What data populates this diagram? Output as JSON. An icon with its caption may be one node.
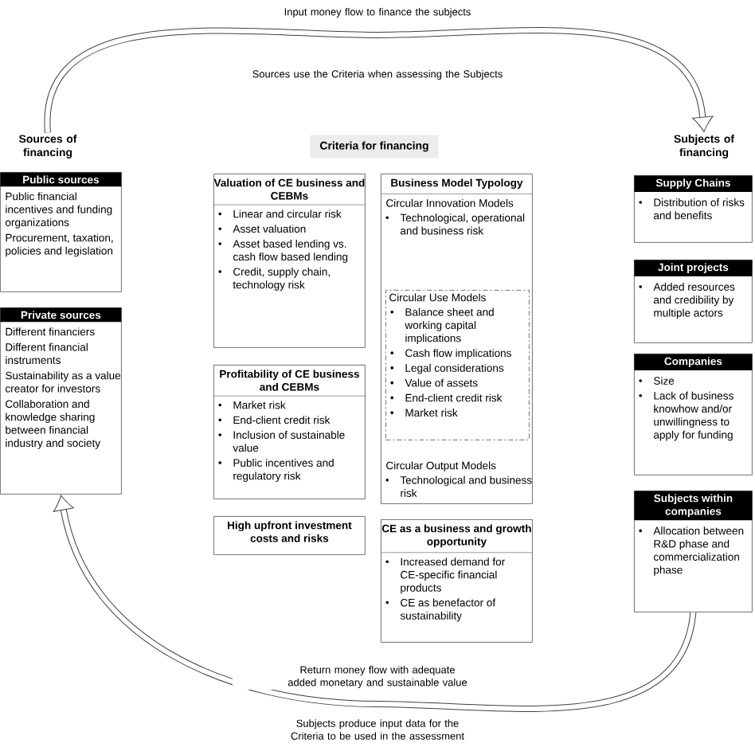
{
  "diagram": {
    "nodes": [
      {
        "text": [
          "Sources of financing"
        ]
      },
      {
        "text": [
          "Public sources",
          "Public financial incentives and funding organizations",
          "Procurement, taxation, policies and legislation"
        ]
      },
      {
        "text": [
          "Private sources",
          "Different financiers",
          "Different financial instruments",
          "Sustainability as a value creator for investors",
          "Collaboration and knowledge sharing between financial industry and society"
        ]
      },
      {
        "text": [
          "Criteria for financing"
        ]
      },
      {
        "text": [
          "Valuation of CE business and CEBMs",
          "Linear and circular risk",
          "Asset valuation",
          "Asset based lending vs. cash flow based lending",
          "Credit, supply chain, technology risk"
        ]
      },
      {
        "text": [
          "Profitability of CE business and CEBMs",
          "Market risk",
          "End-client credit risk",
          "Inclusion of sustainable value",
          "Public incentives and regulatory risk"
        ]
      },
      {
        "text": [
          "High upfront investment costs and risks"
        ]
      },
      {
        "text": [
          "Business Model Typology",
          "Circular Innovation Models",
          "Technological, operational and business risk",
          "Circular Output Models",
          "Technological and business risk"
        ]
      },
      {
        "text": [
          "Circular Use Models",
          "Balance sheet and working capital implications",
          "Cash flow implications",
          "Legal considerations",
          "Value of assets",
          "End-client credit risk",
          "Market risk"
        ],
        "in": 7
      },
      {
        "text": [
          "CE as a business and growth opportunity",
          "Increased demand for CE-specific financial products",
          "CE as benefactor of sustainability"
        ]
      },
      {
        "text": [
          "Subjects of financing"
        ]
      },
      {
        "text": [
          "Supply Chains",
          "Distribution of risks and benefits"
        ]
      },
      {
        "text": [
          "Joint projects",
          "Added resources and credibility by multiple actors"
        ]
      },
      {
        "text": [
          "Companies",
          "Size",
          "Lack of business knowhow and/or unwillingness to apply for funding"
        ]
      },
      {
        "text": [
          "Subjects within companies",
          "Allocation between R&D phase and commercialization phase"
        ]
      }
    ],
    "edges": [
      {
        "from": 0,
        "to": 10,
        "arrow": "to",
        "label": "Input money flow to finance the subjects"
      },
      {
        "from": 14,
        "to": 2,
        "arrow": "to",
        "label": "Return money flow with adequate added monetary and sustainable value"
      }
    ],
    "labels": [
      "Sources use the Criteria when assessing the Subjects",
      "Subjects produce input data for the Criteria to be used in the assessment"
    ]
  }
}
